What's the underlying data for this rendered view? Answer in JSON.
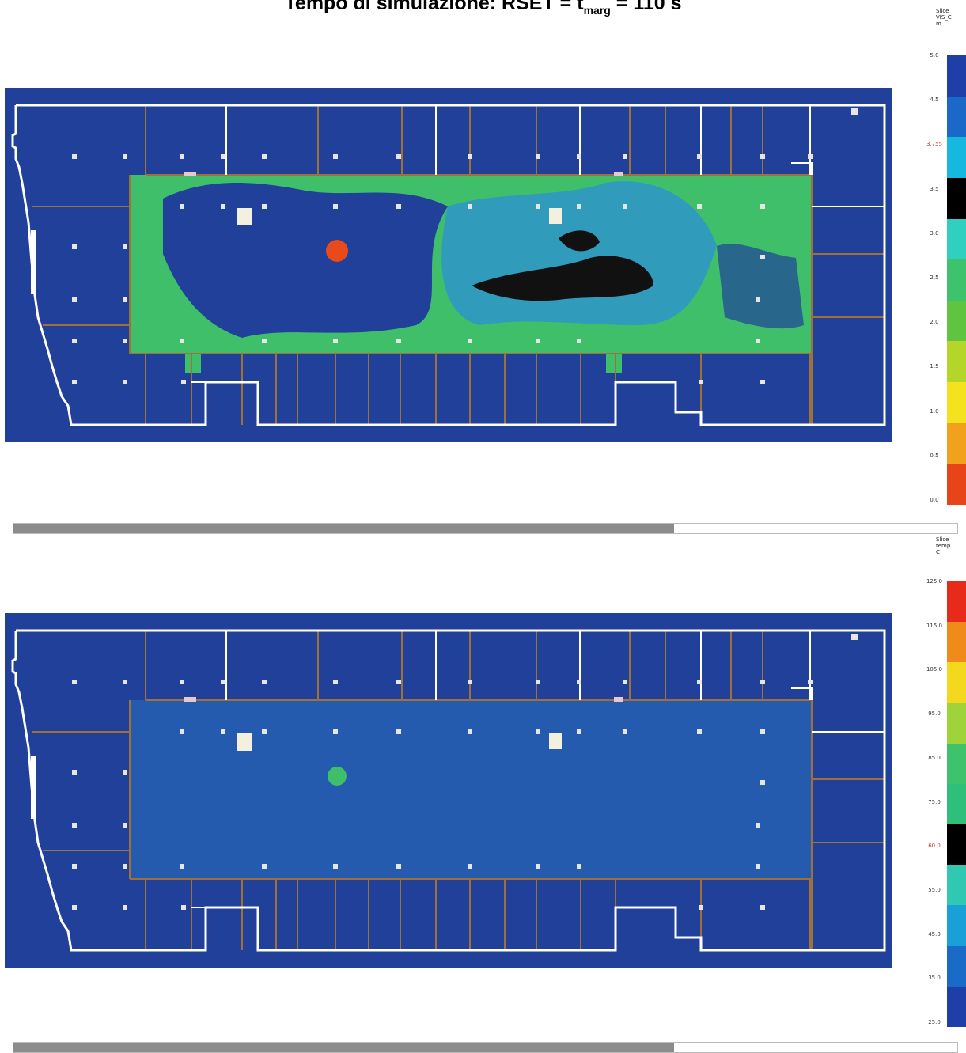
{
  "title": {
    "prefix": "Tempo di simulazione: RSET = t",
    "subscript": "marg",
    "suffix": " = 110 s"
  },
  "colors": {
    "background": "#20409a",
    "wall": "#ffffff",
    "partition": "#a0703a",
    "zone_hot": "#3fbf6a",
    "zone_cool": "#2e8fd8",
    "fire": "#e84a1a",
    "contour": "#111111"
  },
  "panels": [
    {
      "id": "visibility",
      "legend": {
        "header": [
          "Slice",
          "VIS_C",
          "m"
        ],
        "ticks": [
          "5.0",
          "4.5",
          "3.755",
          "3.5",
          "3.0",
          "2.5",
          "2.0",
          "1.5",
          "1.0",
          "0.5",
          "0.0"
        ],
        "highlight": "3.755",
        "colors_top_to_bottom": [
          "#1f3fa8",
          "#1a68c8",
          "#16b8e0",
          "#000000",
          "#2fd0c0",
          "#3cc36c",
          "#5fc43f",
          "#b4d52a",
          "#f4e21e",
          "#f2a11c",
          "#e8441a"
        ]
      },
      "scroll_fraction": 0.7
    },
    {
      "id": "temperature",
      "legend": {
        "header": [
          "Slice",
          "temp",
          "C"
        ],
        "ticks": [
          "125.0",
          "115.0",
          "105.0",
          "95.0",
          "85.0",
          "75.0",
          "60.0",
          "55.0",
          "45.0",
          "35.0",
          "25.0"
        ],
        "highlight": "60.0",
        "colors_top_to_bottom": [
          "#e82a1a",
          "#f08a1a",
          "#f4d81e",
          "#9ed43a",
          "#3cc36c",
          "#2ec07a",
          "#000000",
          "#30c8b0",
          "#1aa0d8",
          "#1a6ac8",
          "#1f3fa8"
        ]
      },
      "scroll_fraction": 0.7
    }
  ]
}
